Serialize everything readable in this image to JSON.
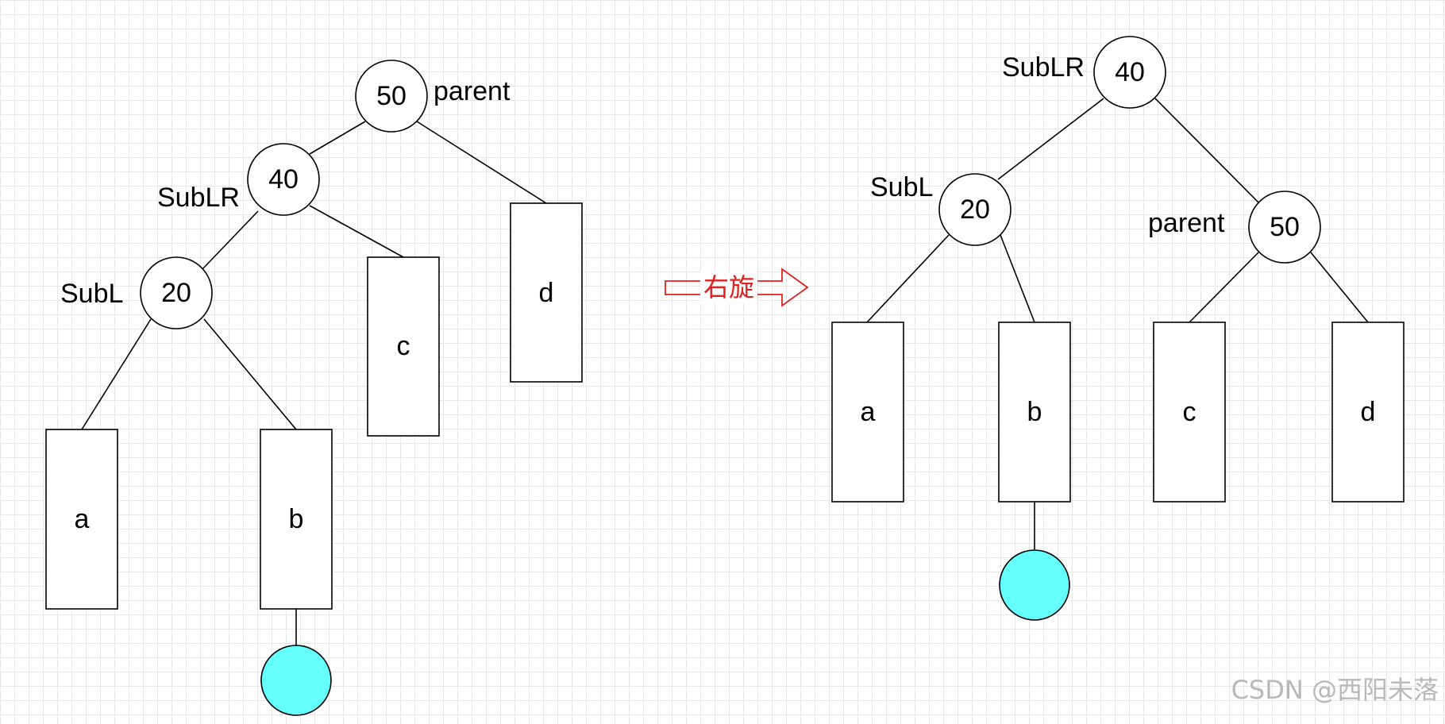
{
  "before": {
    "root": {
      "value": "50",
      "label": "parent"
    },
    "left": {
      "value": "40",
      "label": "SubLR"
    },
    "left_left": {
      "value": "20",
      "label": "SubL"
    },
    "boxes": {
      "a": "a",
      "b": "b",
      "c": "c",
      "d": "d"
    }
  },
  "rotation_label": "右旋",
  "after": {
    "root": {
      "value": "40",
      "label": "SubLR"
    },
    "left": {
      "value": "20",
      "label": "SubL"
    },
    "right": {
      "value": "50",
      "label": "parent"
    },
    "boxes": {
      "a": "a",
      "b": "b",
      "c": "c",
      "d": "d"
    }
  },
  "watermark": "CSDN @西阳未落",
  "colors": {
    "new_node": "#66ffff",
    "arrow": "#e02020"
  }
}
